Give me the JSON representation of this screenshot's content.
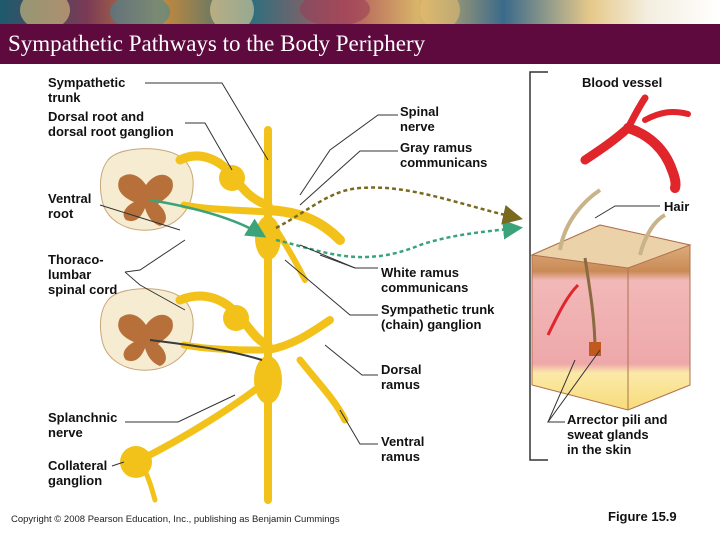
{
  "slide_title": "Sympathetic Pathways to the Body Periphery",
  "labels": {
    "sympathetic_trunk": "Sympathetic\ntrunk",
    "dorsal_root": "Dorsal root and\ndorsal root ganglion",
    "ventral_root": "Ventral\nroot",
    "thoracolumbar": "Thoraco-\nlumbar\nspinal cord",
    "splanchnic_nerve": "Splanchnic\nnerve",
    "collateral_ganglion": "Collateral\nganglion",
    "spinal_nerve": "Spinal\nnerve",
    "gray_ramus": "Gray ramus\ncommunicans",
    "white_ramus": "White ramus\ncommunicans",
    "chain_ganglion": "Sympathetic trunk\n(chain) ganglion",
    "dorsal_ramus": "Dorsal\nramus",
    "ventral_ramus": "Ventral\nramus",
    "blood_vessel": "Blood vessel",
    "hair": "Hair",
    "arrector_pili": "Arrector pili and\nsweat glands\nin the skin"
  },
  "footer": {
    "copyright": "Copyright © 2008 Pearson Education, Inc., publishing as Benjamin Cummings",
    "figure": "Figure 15.9"
  },
  "colors": {
    "title_bar": "#5e0a3e",
    "nerve": "#f2c21a",
    "preganglionic": "#3aa37a",
    "postganglionic": "#8a7a2a",
    "vessel": "#e0252b"
  }
}
